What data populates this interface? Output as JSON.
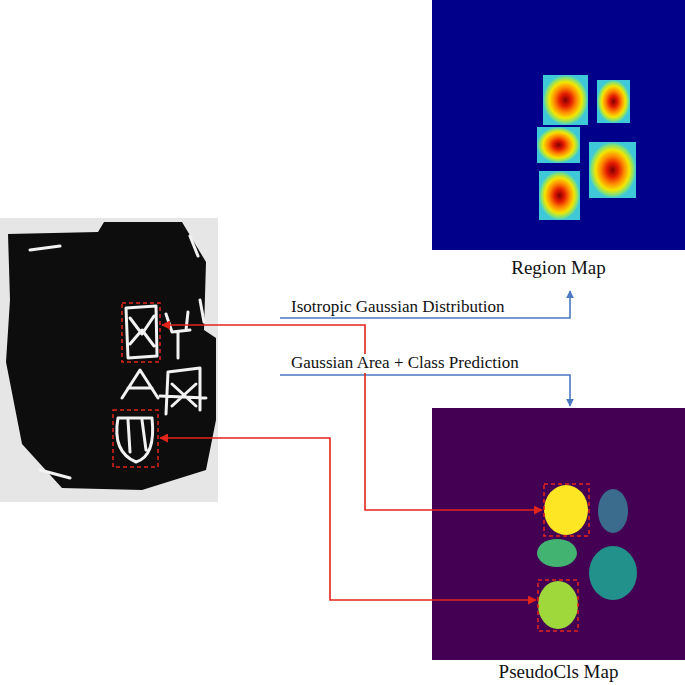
{
  "diagram": {
    "nodes": [
      {
        "text": [
          "Region Map"
        ]
      },
      {
        "text": [
          "PseudoCls Map"
        ]
      }
    ],
    "labels": [
      "Isotropic Gaussian Distribution",
      "Gaussian Area + Class Prediction"
    ]
  }
}
